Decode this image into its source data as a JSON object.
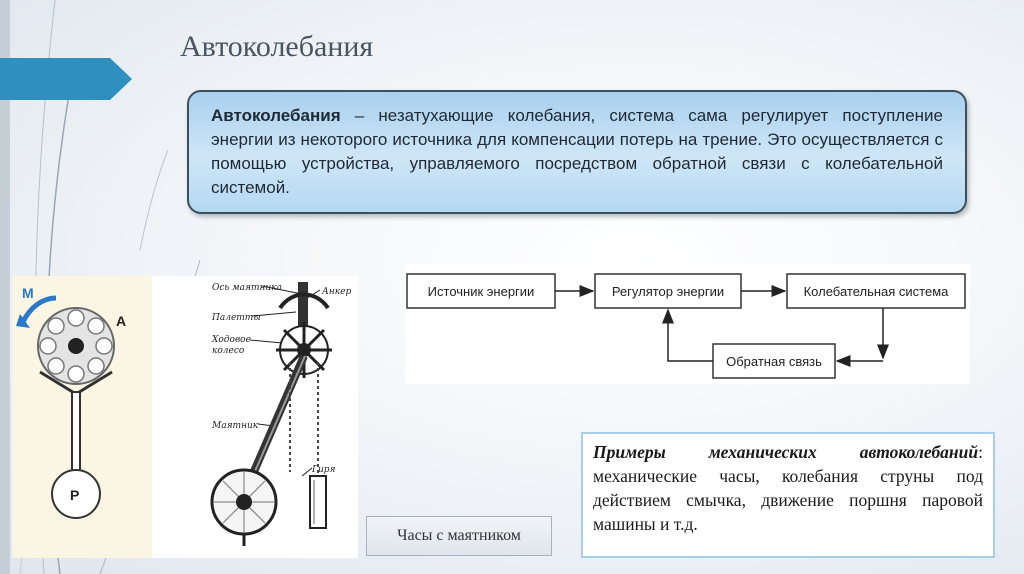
{
  "slide": {
    "title": "Автоколебания",
    "definition": {
      "term": "Автоколебания",
      "text": " – незатухающие колебания, система сама регулирует поступление энергии из некоторого источника для компенсации потерь на трение. Это осуществляется с помощью устройства, управляемого посредством обратной связи с колебательной системой."
    },
    "clock_figure": {
      "labels": {
        "m": "М",
        "a": "А",
        "p": "Р",
        "axis": "Ось маятника",
        "anchor": "Анкер",
        "pallets": "Палетты",
        "wheel_line1": "Ходовое",
        "wheel_line2": "колесо",
        "pendulum": "Маятник",
        "weight": "Гиря"
      },
      "caption": "Часы с маятником"
    },
    "flow": {
      "source": "Источник энергии",
      "regulator": "Регулятор энергии",
      "oscillator": "Колебательная система",
      "feedback": "Обратная связь"
    },
    "examples": {
      "heading": "Примеры механических автоколебаний",
      "text": ": механические часы, колебания струны под действием смычка, движение поршня паровой машины и т.д."
    }
  },
  "colors": {
    "accent": "#2f8fbf",
    "box_fill": "#cfe6f7",
    "box_border": "#3c4f5e"
  }
}
